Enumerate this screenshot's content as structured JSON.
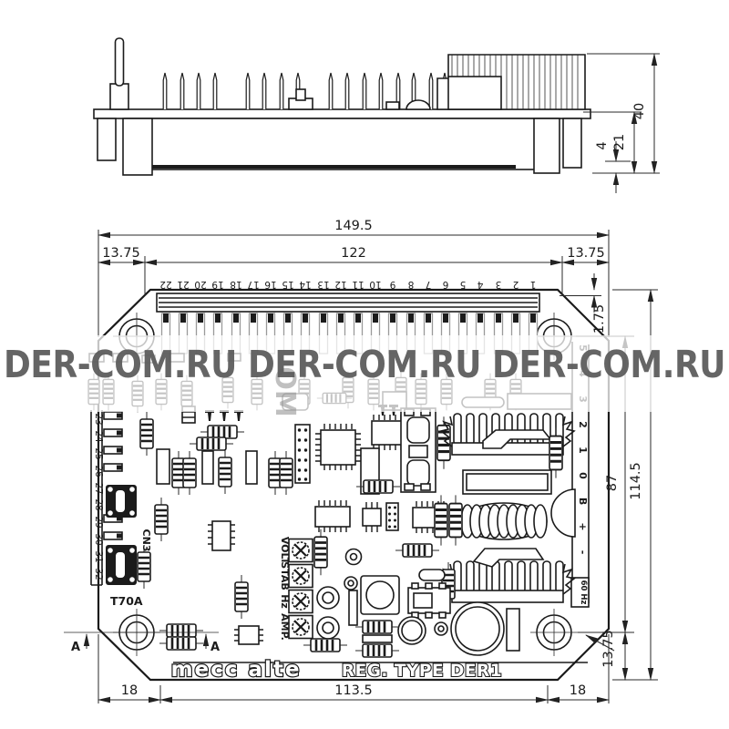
{
  "watermark": {
    "text": "DER-COM.RU DER-COM.RU DER-COM.RU",
    "fragment": "OM",
    "color": "#595959"
  },
  "side_view": {
    "dim_total_height": "40",
    "dim_board_height": "21",
    "dim_standoff": "4"
  },
  "board_view": {
    "dim_width_total": "149.5",
    "dim_width_inner": "122",
    "dim_margin_left": "13.75",
    "dim_margin_right": "13.75",
    "dim_strip_offset": "1.75",
    "dim_hole_spacing_v": "87",
    "dim_height_total": "114.5",
    "dim_hole_offset_bottom": "13.75",
    "dim_foot_left": "18",
    "dim_width_bottom": "113.5",
    "dim_foot_right": "18",
    "top_terminals": [
      "1",
      "2",
      "3",
      "4",
      "5",
      "6",
      "7",
      "8",
      "9",
      "10",
      "11",
      "12",
      "13",
      "14",
      "15",
      "16",
      "17",
      "18",
      "19",
      "20",
      "21",
      "22"
    ],
    "left_terminals": [
      "23",
      "24",
      "25",
      "26",
      "27",
      "28",
      "29",
      "30",
      "31",
      "32"
    ],
    "right_terminals": [
      "5",
      "4",
      "3",
      "2",
      "1",
      "0",
      "B",
      "+",
      "-"
    ],
    "frequency_label": "60 Hz",
    "connector_label": "CN3",
    "relay_label": "T70A",
    "brand_label": "mecc alte",
    "model_label": "REG. TYPE DER1",
    "section_marker": "A",
    "trimmers": [
      "VOLT",
      "STAB",
      "Hz",
      "AMP."
    ]
  },
  "colors": {
    "line": "#1b1b1b",
    "watermark_text": "#595959",
    "band": "rgba(255,255,255,0.74)"
  }
}
